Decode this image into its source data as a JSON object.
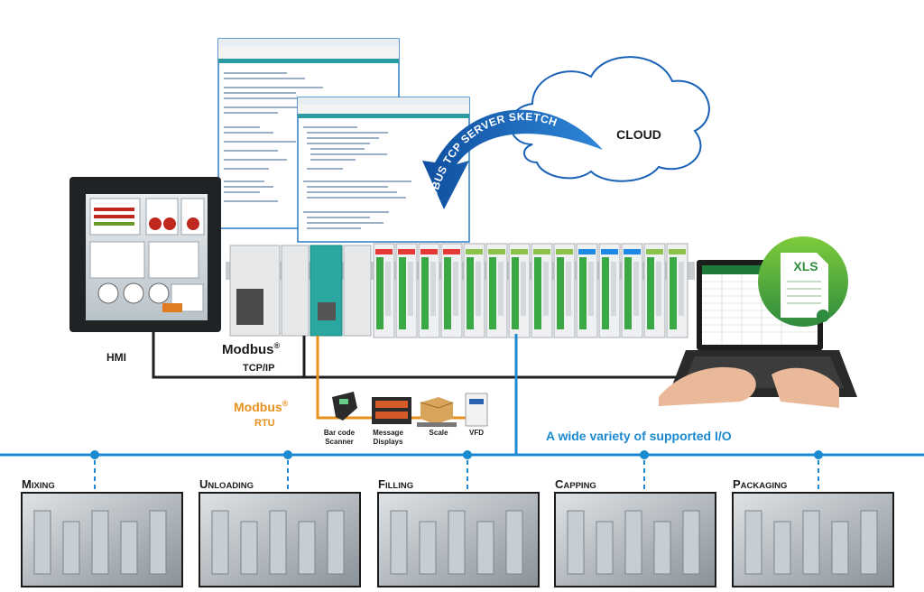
{
  "labels": {
    "hmi": "HMI",
    "modbus_tcp": "Modbus",
    "modbus_tcp_sub": "TCP/IP",
    "modbus_rtu": "Modbus",
    "modbus_rtu_sub": "RTU",
    "registered": "®",
    "cloud": "CLOUD",
    "sketch_arrow": "MODBUS TCP SERVER SKETCH",
    "io_caption": "A wide variety of supported I/O",
    "xls": "XLS"
  },
  "devices": [
    {
      "label": "Bar code Scanner",
      "line1": "Bar code",
      "line2": "Scanner"
    },
    {
      "label": "Message Displays",
      "line1": "Message",
      "line2": "Displays"
    },
    {
      "label": "Scale",
      "line1": "Scale",
      "line2": ""
    },
    {
      "label": "VFD",
      "line1": "VFD",
      "line2": ""
    }
  ],
  "stations": [
    {
      "cap": "M",
      "rest": "IXING"
    },
    {
      "cap": "U",
      "rest": "NLOADING"
    },
    {
      "cap": "F",
      "rest": "ILLING"
    },
    {
      "cap": "C",
      "rest": "APPING"
    },
    {
      "cap": "P",
      "rest": "ACKAGING"
    }
  ],
  "colors": {
    "ethernet": "#1f1f1f",
    "rtu": "#e8901c",
    "bus": "#1b8ad0",
    "arrow": "#1a62b8",
    "cloud_stroke": "#1a62b8",
    "io_text": "#1b8ad0",
    "xls_green": "#4caf50"
  }
}
